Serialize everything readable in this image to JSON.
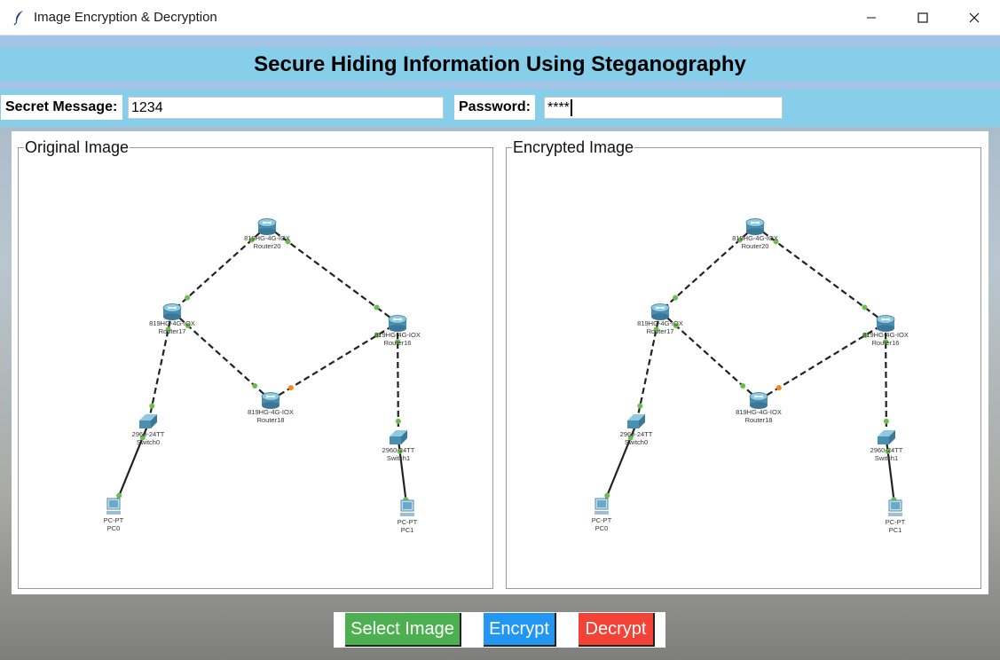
{
  "window": {
    "title": "Image Encryption & Decryption",
    "icons": [
      "feather-icon",
      "minimize-icon",
      "maximize-icon",
      "close-icon"
    ]
  },
  "header": {
    "title": "Secure Hiding Information Using Steganography"
  },
  "form": {
    "secret_label": "Secret Message:",
    "secret_value": "1234",
    "password_label": "Password:",
    "password_value": "****"
  },
  "panels": {
    "original_label": "Original Image",
    "encrypted_label": "Encrypted Image"
  },
  "network": {
    "devices": [
      {
        "id": "r20",
        "kind": "router",
        "model": "819HG-4G-IOX",
        "name": "Router20"
      },
      {
        "id": "r17",
        "kind": "router",
        "model": "819HG-4G-IOX",
        "name": "Router17"
      },
      {
        "id": "r16",
        "kind": "router",
        "model": "819HG-4G-IOX",
        "name": "Router16"
      },
      {
        "id": "r18",
        "kind": "router",
        "model": "819HG-4G-IOX",
        "name": "Router18"
      },
      {
        "id": "s0",
        "kind": "switch",
        "model": "2960-24TT",
        "name": "Switch0"
      },
      {
        "id": "s1",
        "kind": "switch",
        "model": "2960-24TT",
        "name": "Switch1"
      },
      {
        "id": "pc0",
        "kind": "pc",
        "model": "PC-PT",
        "name": "PC0"
      },
      {
        "id": "pc1",
        "kind": "pc",
        "model": "PC-PT",
        "name": "PC1"
      }
    ]
  },
  "buttons": {
    "select_image": "Select Image",
    "encrypt": "Encrypt",
    "decrypt": "Decrypt"
  },
  "colors": {
    "header_bg": "#87ceeb",
    "select_btn": "#4caf50",
    "encrypt_btn": "#2196f3",
    "decrypt_btn": "#f44336",
    "link_ok": "#6abf4b",
    "link_warn": "#f08a1c"
  }
}
